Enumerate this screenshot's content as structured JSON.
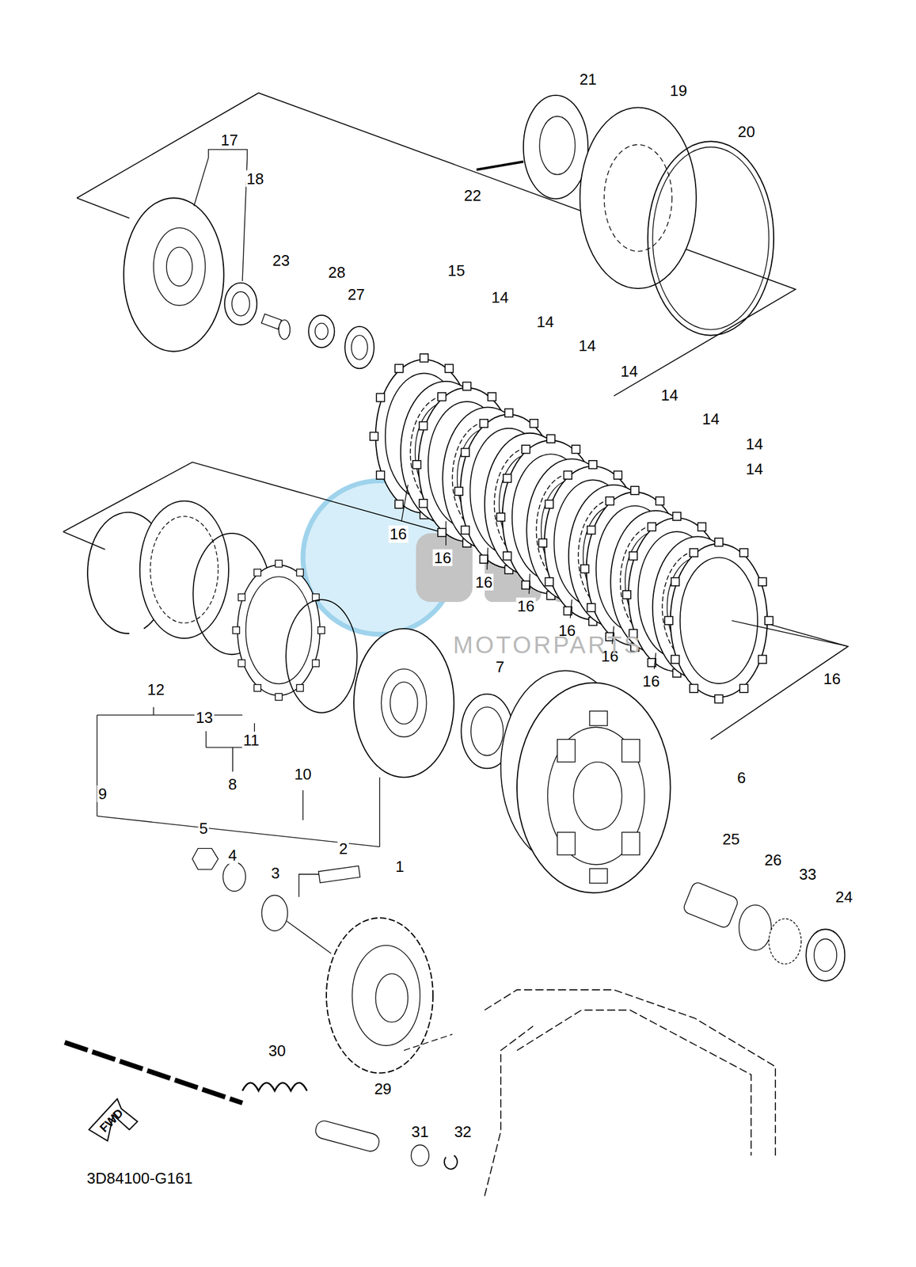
{
  "diagram": {
    "labels": [
      "21",
      "19",
      "20",
      "17",
      "18",
      "22",
      "23",
      "28",
      "27",
      "15",
      "14",
      "14",
      "14",
      "14",
      "14",
      "14",
      "14",
      "14",
      "16",
      "16",
      "16",
      "16",
      "16",
      "16",
      "16",
      "16",
      "9",
      "12",
      "13",
      "11",
      "10",
      "8",
      "7",
      "6",
      "5",
      "4",
      "3",
      "2",
      "1",
      "25",
      "26",
      "33",
      "24",
      "30",
      "29",
      "31",
      "32",
      "FWD",
      "3D84100-G161",
      "MOTORPARTS"
    ]
  }
}
